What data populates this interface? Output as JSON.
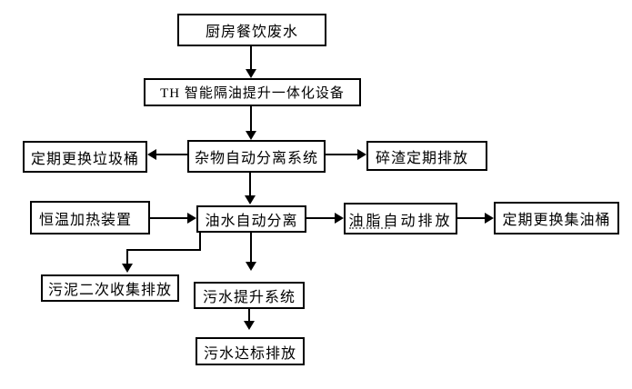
{
  "diagram": {
    "type": "flowchart",
    "background_color": "#ffffff",
    "line_color": "#000000",
    "nodes": [
      {
        "id": "kitchen-wastewater",
        "label": "厨房餐饮废水"
      },
      {
        "id": "th-integrated-unit",
        "label": "TH 智能隔油提升一体化设备"
      },
      {
        "id": "debris-separation-system",
        "label": "杂物自动分离系统"
      },
      {
        "id": "replace-trash-bin",
        "label": "定期更换垃圾桶"
      },
      {
        "id": "residue-periodic-discharge",
        "label": "碎渣定期排放"
      },
      {
        "id": "heating-device",
        "label": "恒温加热装置"
      },
      {
        "id": "oil-water-separation",
        "label": "油水自动分离"
      },
      {
        "id": "grease-auto-discharge",
        "label": "油脂自动排放"
      },
      {
        "id": "replace-oil-barrel",
        "label": "定期更换集油桶"
      },
      {
        "id": "sludge-collection-discharge",
        "label": "污泥二次收集排放"
      },
      {
        "id": "sewage-lift-system",
        "label": "污水提升系统"
      },
      {
        "id": "sewage-standard-discharge",
        "label": "污水达标排放"
      }
    ],
    "edges": [
      {
        "from": "kitchen-wastewater",
        "to": "th-integrated-unit",
        "direction": "down"
      },
      {
        "from": "th-integrated-unit",
        "to": "debris-separation-system",
        "direction": "down"
      },
      {
        "from": "debris-separation-system",
        "to": "replace-trash-bin",
        "direction": "left"
      },
      {
        "from": "debris-separation-system",
        "to": "residue-periodic-discharge",
        "direction": "right"
      },
      {
        "from": "debris-separation-system",
        "to": "oil-water-separation",
        "direction": "down"
      },
      {
        "from": "heating-device",
        "to": "oil-water-separation",
        "direction": "right"
      },
      {
        "from": "oil-water-separation",
        "to": "grease-auto-discharge",
        "direction": "right"
      },
      {
        "from": "grease-auto-discharge",
        "to": "replace-oil-barrel",
        "direction": "right"
      },
      {
        "from": "oil-water-separation",
        "to": "sludge-collection-discharge",
        "direction": "down-left-elbow"
      },
      {
        "from": "oil-water-separation",
        "to": "sewage-lift-system",
        "direction": "down"
      },
      {
        "from": "sewage-lift-system",
        "to": "sewage-standard-discharge",
        "direction": "down"
      }
    ]
  }
}
